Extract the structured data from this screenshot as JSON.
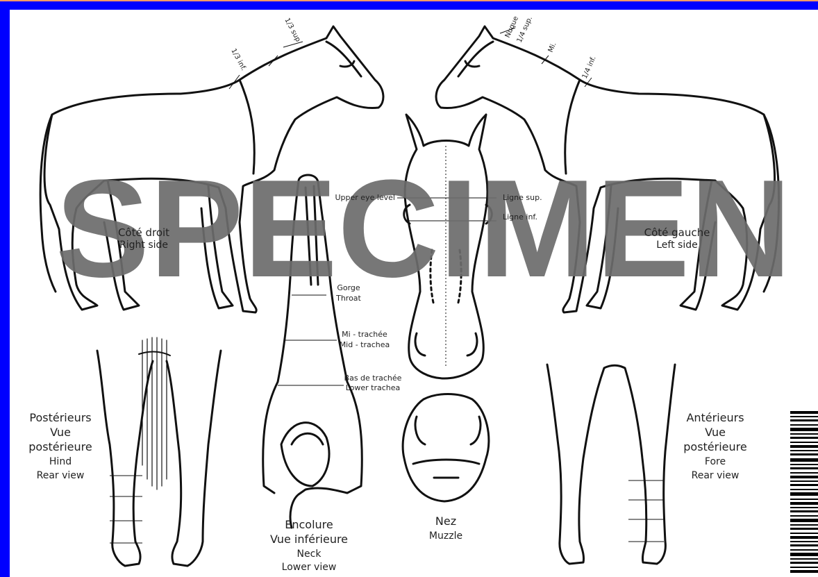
{
  "frame": {
    "color": "#0000ff"
  },
  "watermark": {
    "text": "SPECIMEN",
    "color": "#6b6b6b"
  },
  "right_side": {
    "title_fr": "Côté droit",
    "title_en": "Right side",
    "mark_sup": "1/3 sup",
    "mark_inf": "1/3 inf."
  },
  "left_side": {
    "title_fr": "Côté gauche",
    "title_en": "Left side",
    "mark_nuque": "Nuque",
    "mark_quarter_sup": "1/4 sup.",
    "mark_mid": "Mi.",
    "mark_quarter_inf": "1/4 inf."
  },
  "head": {
    "upper_eye_level": "Upper eye level",
    "ligne_sup": "Ligne sup.",
    "ligne_inf": "Ligne inf."
  },
  "neck": {
    "gorge": "Gorge",
    "throat": "Throat",
    "mi_trachee": "Mi - trachée",
    "mid_trachea": "Mid - trachea",
    "bas_trachee": "Bas de trachée",
    "lower_trachea": "Lower trachea",
    "title_fr_1": "Encolure",
    "title_fr_2": "Vue inférieure",
    "title_en_1": "Neck",
    "title_en_2": "Lower view"
  },
  "muzzle": {
    "title_fr": "Nez",
    "title_en": "Muzzle"
  },
  "hind": {
    "title_fr_1": "Postérieurs",
    "title_fr_2": "Vue",
    "title_fr_3": "postérieure",
    "title_en_1": "Hind",
    "title_en_2": "Rear view"
  },
  "fore": {
    "title_fr_1": "Antérieurs",
    "title_fr_2": "Vue",
    "title_fr_3": "postérieure",
    "title_en_1": "Fore",
    "title_en_2": "Rear view"
  }
}
